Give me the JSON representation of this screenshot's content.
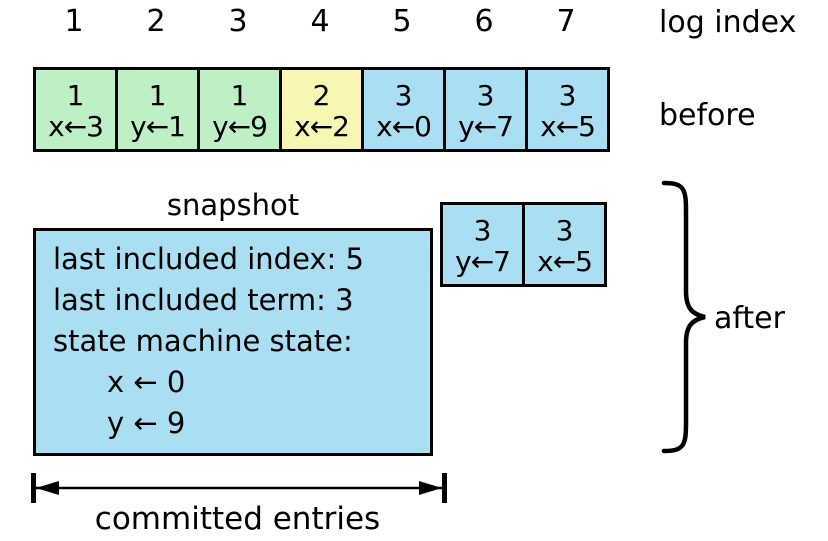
{
  "labels": {
    "log_index": "log index",
    "before": "before",
    "after": "after",
    "committed_entries": "committed entries"
  },
  "log_indices": [
    "1",
    "2",
    "3",
    "4",
    "5",
    "6",
    "7"
  ],
  "colors": {
    "term1_green": "#bdf0c5",
    "term2_yellow": "#f7f7b3",
    "term3_blue": "#aadef2",
    "border": "#000000",
    "background": "#ffffff"
  },
  "before_log": {
    "entries": [
      {
        "term": "1",
        "command": "x←3",
        "color": "term1_green"
      },
      {
        "term": "1",
        "command": "y←1",
        "color": "term1_green"
      },
      {
        "term": "1",
        "command": "y←9",
        "color": "term1_green"
      },
      {
        "term": "2",
        "command": "x←2",
        "color": "term2_yellow"
      },
      {
        "term": "3",
        "command": "x←0",
        "color": "term3_blue"
      },
      {
        "term": "3",
        "command": "y←7",
        "color": "term3_blue"
      },
      {
        "term": "3",
        "command": "x←5",
        "color": "term3_blue"
      }
    ]
  },
  "after_log": {
    "entries": [
      {
        "term": "3",
        "command": "y←7",
        "color": "term3_blue"
      },
      {
        "term": "3",
        "command": "x←5",
        "color": "term3_blue"
      }
    ]
  },
  "snapshot": {
    "title": "snapshot",
    "lines": [
      "last included index: 5",
      "last included term: 3",
      "state machine state:"
    ],
    "state_lines": [
      "x ← 0",
      "y ← 9"
    ]
  }
}
